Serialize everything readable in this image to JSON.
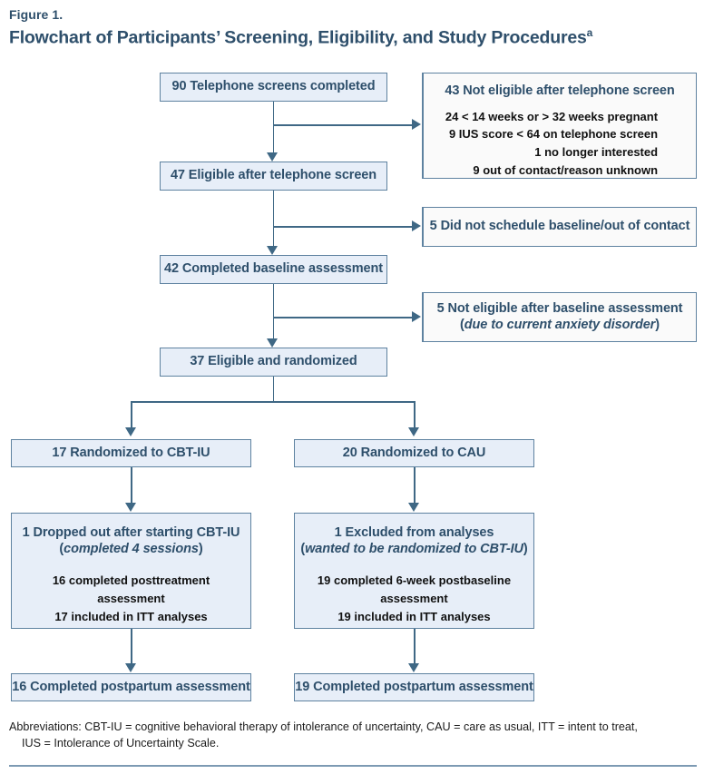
{
  "figure": {
    "label": "Figure 1.",
    "title": "Flowchart of Participants’ Screening, Eligibility, and Study Procedures",
    "title_footnote_marker": "a"
  },
  "colors": {
    "text_blue": "#2e4f6b",
    "border_blue": "#5e82a0",
    "connector_blue": "#3f6885",
    "node_fill_blue": "#e7eef8",
    "node_fill_white": "#fafafa",
    "rule": "#7d9ab3"
  },
  "main_flow": [
    {
      "id": "telephone-screens",
      "headline": "90 Telephone screens completed"
    },
    {
      "id": "eligible-after-phone",
      "headline": "47 Eligible after telephone screen"
    },
    {
      "id": "completed-baseline",
      "headline": "42 Completed baseline assessment"
    },
    {
      "id": "eligible-randomized",
      "headline": "37 Eligible and randomized"
    }
  ],
  "exclusions": [
    {
      "id": "not-eligible-phone",
      "headline": "43 Not eligible after telephone screen",
      "items": [
        "24 < 14 weeks or > 32 weeks pregnant",
        "9 IUS score < 64 on telephone screen",
        "1 no longer interested",
        "9 out of contact/reason unknown"
      ]
    },
    {
      "id": "no-baseline-schedule",
      "headline": "5 Did not schedule baseline/out of contact",
      "items": []
    },
    {
      "id": "not-eligible-baseline",
      "headline_main": "5 Not eligible after baseline assessment",
      "headline_italic_open": "(",
      "headline_italic": "due to current anxiety disorder",
      "headline_italic_close": ")",
      "items": []
    }
  ],
  "arms": {
    "left": {
      "allocation": "17 Randomized to CBT-IU",
      "attrition": {
        "headline_main": "1 Dropped out after starting CBT-IU",
        "headline_italic_open": "(",
        "headline_italic": "completed 4 sessions",
        "headline_italic_close": ")",
        "items": [
          "16 completed posttreatment",
          "assessment",
          "17 included in ITT analyses"
        ]
      },
      "outcome": "16 Completed postpartum assessment"
    },
    "right": {
      "allocation": "20 Randomized to CAU",
      "attrition": {
        "headline_main": "1 Excluded from analyses",
        "headline_italic_open": "(",
        "headline_italic": "wanted to be randomized to CBT-IU",
        "headline_italic_close": ")",
        "items": [
          "19 completed 6-week postbaseline",
          "assessment",
          "19 included in ITT analyses"
        ]
      },
      "outcome": "19 Completed postpartum assessment"
    }
  },
  "footer": {
    "abbreviations_line1": "Abbreviations: CBT-IU = cognitive behavioral therapy of intolerance of uncertainty, CAU = care as usual, ITT = intent to treat,",
    "abbreviations_line2": "IUS = Intolerance of Uncertainty Scale."
  }
}
